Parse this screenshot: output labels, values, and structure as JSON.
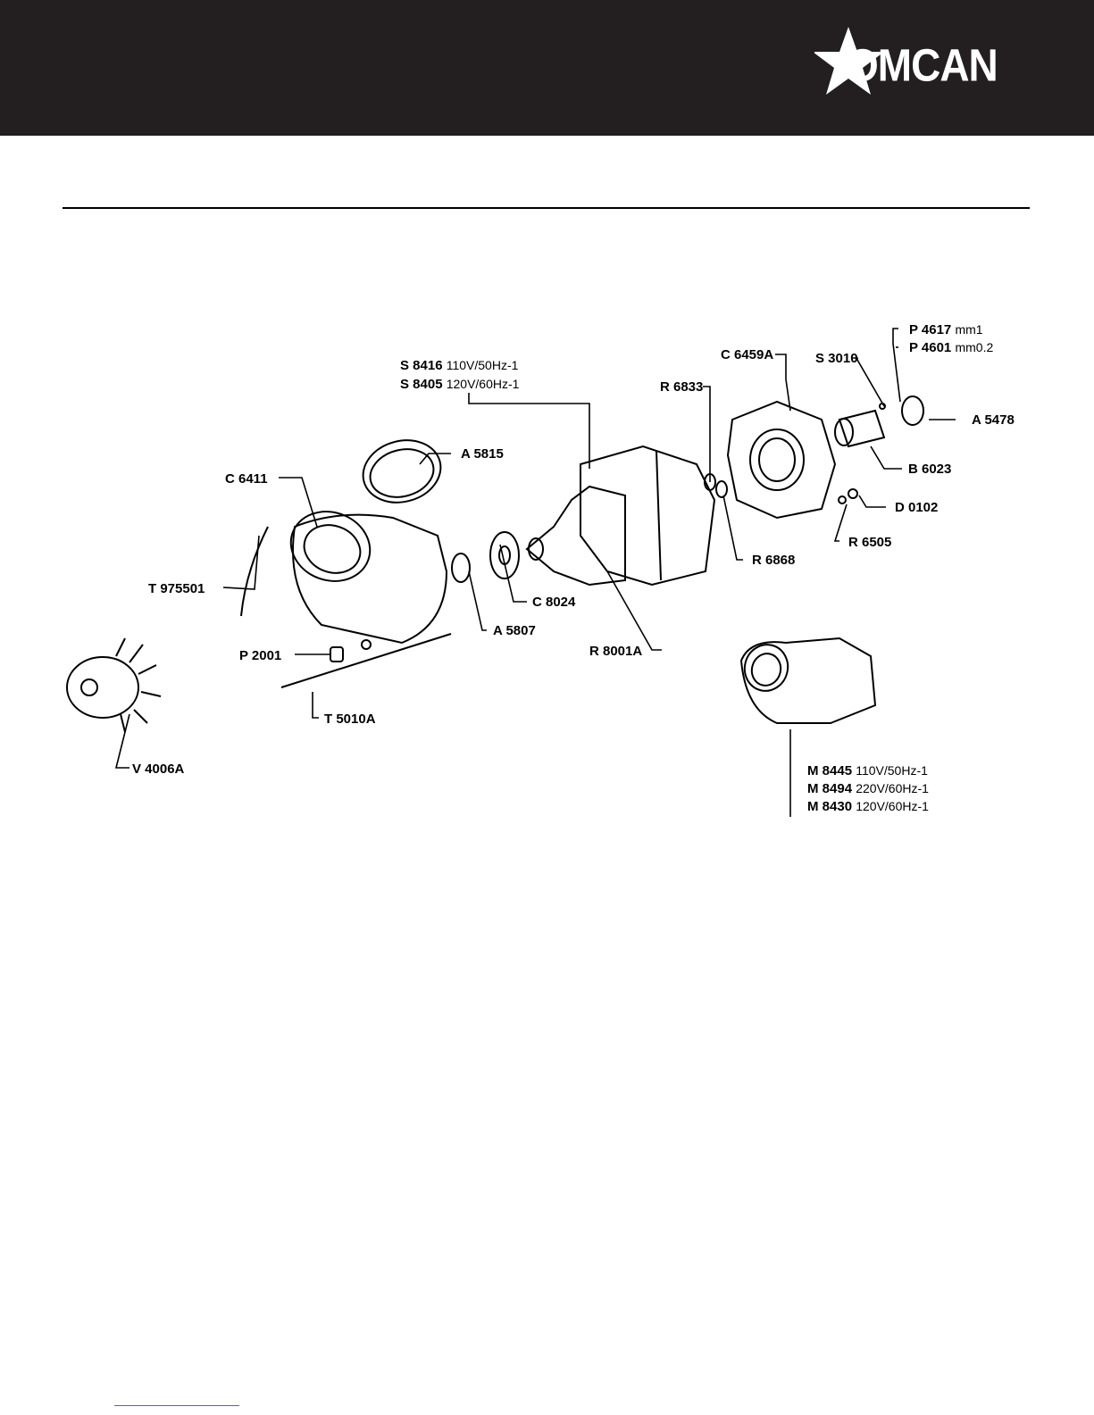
{
  "brand": {
    "name": "OMCAN",
    "header_color": "#231f20",
    "logo_color": "#ffffff"
  },
  "parts": [
    {
      "code": "P 4617",
      "spec": "mm1"
    },
    {
      "code": "P 4601",
      "spec": "mm0.2"
    },
    {
      "code": "C 6459A",
      "spec": ""
    },
    {
      "code": "S 3010",
      "spec": ""
    },
    {
      "code": "S 8416",
      "spec": "110V/50Hz-1"
    },
    {
      "code": "S 8405",
      "spec": "120V/60Hz-1"
    },
    {
      "code": "R 6833",
      "spec": ""
    },
    {
      "code": "A 5478",
      "spec": ""
    },
    {
      "code": "A 5815",
      "spec": ""
    },
    {
      "code": "B 6023",
      "spec": ""
    },
    {
      "code": "C 6411",
      "spec": ""
    },
    {
      "code": "D 0102",
      "spec": ""
    },
    {
      "code": "R 6505",
      "spec": ""
    },
    {
      "code": "R 6868",
      "spec": ""
    },
    {
      "code": "T 975501",
      "spec": ""
    },
    {
      "code": "C 8024",
      "spec": ""
    },
    {
      "code": "A 5807",
      "spec": ""
    },
    {
      "code": "P 2001",
      "spec": ""
    },
    {
      "code": "R 8001A",
      "spec": ""
    },
    {
      "code": "T 5010A",
      "spec": ""
    },
    {
      "code": "V 4006A",
      "spec": ""
    },
    {
      "code": "M 8445",
      "spec": "110V/50Hz-1"
    },
    {
      "code": "M 8494",
      "spec": "220V/60Hz-1"
    },
    {
      "code": "M 8430",
      "spec": "120V/60Hz-1"
    }
  ]
}
